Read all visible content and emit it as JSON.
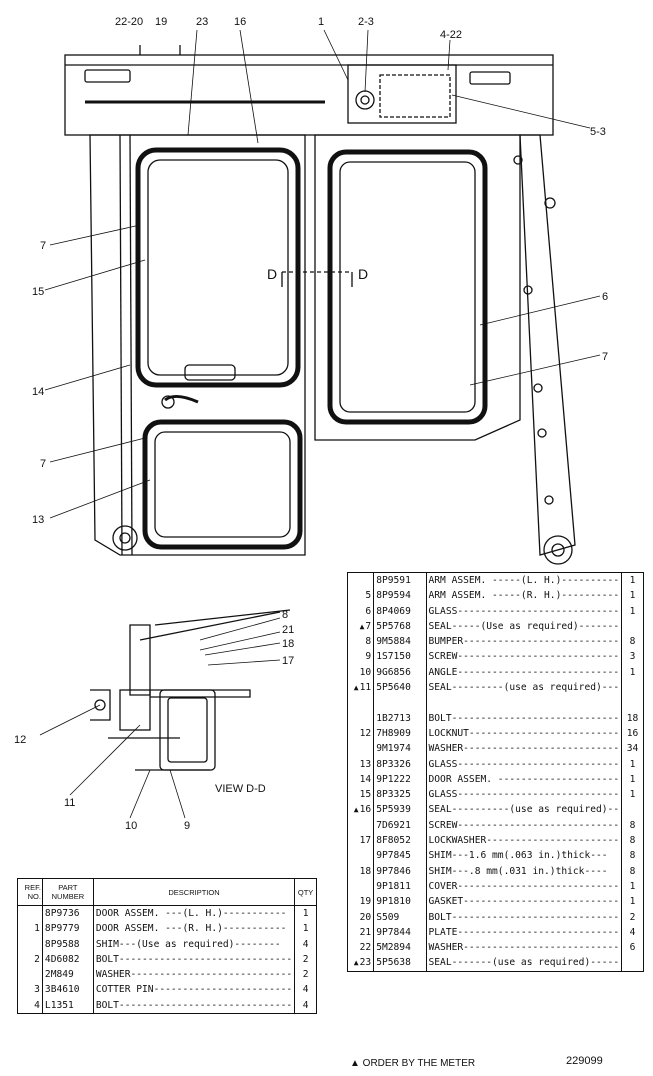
{
  "callouts": {
    "c22_20": "22-20",
    "c19": "19",
    "c23": "23",
    "c16": "16",
    "c1": "1",
    "c2_3": "2-3",
    "c4_22": "4-22",
    "c5_3": "5-3",
    "c7a": "7",
    "c15": "15",
    "c14": "14",
    "c7b": "7",
    "c13": "13",
    "c6": "6",
    "c7c": "7",
    "c8": "8",
    "c21": "21",
    "c18": "18",
    "c17": "17",
    "c12": "12",
    "c11": "11",
    "c10": "10",
    "c9": "9",
    "d_left": "D",
    "d_right": "D"
  },
  "view_label": "VIEW D-D",
  "left_table": {
    "headers": {
      "ref": "REF. NO.",
      "part": "PART NUMBER",
      "desc": "DESCRIPTION",
      "qty": "QTY"
    },
    "rows": [
      {
        "ref": "",
        "part": "8P9736",
        "desc": "DOOR ASSEM. ---(L. H.)-----------",
        "qty": "1"
      },
      {
        "ref": "1",
        "part": "8P9779",
        "desc": "DOOR ASSEM. ---(R. H.)-----------",
        "qty": "1"
      },
      {
        "ref": "",
        "part": "8P9588",
        "desc": "SHIM---(Use as required)--------",
        "qty": "4"
      },
      {
        "ref": "2",
        "part": "4D6082",
        "desc": "BOLT------------------------------",
        "qty": "2"
      },
      {
        "ref": "",
        "part": "2M849",
        "desc": "WASHER----------------------------",
        "qty": "2"
      },
      {
        "ref": "3",
        "part": "3B4610",
        "desc": "COTTER PIN------------------------",
        "qty": "4"
      },
      {
        "ref": "4",
        "part": "L1351",
        "desc": "BOLT------------------------------",
        "qty": "4"
      }
    ]
  },
  "right_table": {
    "rows": [
      {
        "mark": "",
        "ref": "",
        "part": "8P9591",
        "desc": "ARM ASSEM. -----(L. H.)----------",
        "qty": "1"
      },
      {
        "mark": "",
        "ref": "5",
        "part": "8P9594",
        "desc": "ARM ASSEM. -----(R. H.)----------",
        "qty": "1"
      },
      {
        "mark": "",
        "ref": "6",
        "part": "8P4069",
        "desc": "GLASS----------------------------",
        "qty": "1"
      },
      {
        "mark": "▲",
        "ref": "7",
        "part": "5P5768",
        "desc": "SEAL-----(Use as required)-------",
        "qty": ""
      },
      {
        "mark": "",
        "ref": "8",
        "part": "9M5884",
        "desc": "BUMPER---------------------------",
        "qty": "8"
      },
      {
        "mark": "",
        "ref": "9",
        "part": "1S7150",
        "desc": "SCREW----------------------------",
        "qty": "3"
      },
      {
        "mark": "",
        "ref": "10",
        "part": "9G6856",
        "desc": "ANGLE----------------------------",
        "qty": "1"
      },
      {
        "mark": "▲",
        "ref": "11",
        "part": "5P5640",
        "desc": "SEAL---------(use as required)---",
        "qty": ""
      },
      {
        "mark": "",
        "ref": "",
        "part": "",
        "desc": "",
        "qty": ""
      },
      {
        "mark": "",
        "ref": "",
        "part": "1B2713",
        "desc": "BOLT-----------------------------",
        "qty": "18"
      },
      {
        "mark": "",
        "ref": "12",
        "part": "7H8909",
        "desc": "LOCKNUT--------------------------",
        "qty": "16"
      },
      {
        "mark": "",
        "ref": "",
        "part": "9M1974",
        "desc": "WASHER---------------------------",
        "qty": "34"
      },
      {
        "mark": "",
        "ref": "13",
        "part": "8P3326",
        "desc": "GLASS----------------------------",
        "qty": "1"
      },
      {
        "mark": "",
        "ref": "14",
        "part": "9P1222",
        "desc": "DOOR ASSEM. ---------------------",
        "qty": "1"
      },
      {
        "mark": "",
        "ref": "15",
        "part": "8P3325",
        "desc": "GLASS----------------------------",
        "qty": "1"
      },
      {
        "mark": "▲",
        "ref": "16",
        "part": "5P5939",
        "desc": "SEAL----------(use as required)--",
        "qty": ""
      },
      {
        "mark": "",
        "ref": "",
        "part": "7D6921",
        "desc": "SCREW----------------------------",
        "qty": "8"
      },
      {
        "mark": "",
        "ref": "17",
        "part": "8F8052",
        "desc": "LOCKWASHER-----------------------",
        "qty": "8"
      },
      {
        "mark": "",
        "ref": "",
        "part": "9P7845",
        "desc": "SHIM---1.6 mm(.063 in.)thick---",
        "qty": "8"
      },
      {
        "mark": "",
        "ref": "18",
        "part": "9P7846",
        "desc": "SHIM---.8 mm(.031 in.)thick----",
        "qty": "8"
      },
      {
        "mark": "",
        "ref": "",
        "part": "9P1811",
        "desc": "COVER----------------------------",
        "qty": "1"
      },
      {
        "mark": "",
        "ref": "19",
        "part": "9P1810",
        "desc": "GASKET---------------------------",
        "qty": "1"
      },
      {
        "mark": "",
        "ref": "20",
        "part": "S509",
        "desc": "BOLT-----------------------------",
        "qty": "2"
      },
      {
        "mark": "",
        "ref": "21",
        "part": "9P7844",
        "desc": "PLATE----------------------------",
        "qty": "4"
      },
      {
        "mark": "",
        "ref": "22",
        "part": "5M2894",
        "desc": "WASHER---------------------------",
        "qty": "6"
      },
      {
        "mark": "▲",
        "ref": "23",
        "part": "5P5638",
        "desc": "SEAL-------(use as required)-----",
        "qty": ""
      }
    ]
  },
  "footer_note": "▲ ORDER BY THE METER",
  "illustration_number": "229099"
}
